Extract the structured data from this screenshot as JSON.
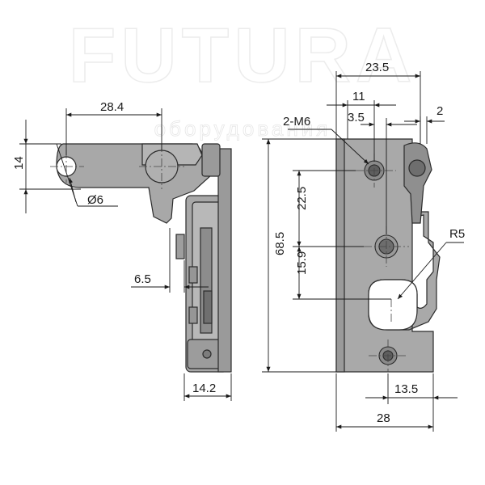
{
  "watermark": {
    "brand": "FUTURA",
    "tagline": "оборудования"
  },
  "colors": {
    "metal_fill": "#a8a8a8",
    "metal_dark": "#7d7d7d",
    "outline": "#2b2b2b",
    "dim_line": "#1a1a1a",
    "watermark": "#e8e8e8"
  },
  "left_view": {
    "dim_width_top": "28.4",
    "dim_height_left": "14",
    "dim_hole_diameter": "Ø6",
    "dim_offset": "6.5",
    "dim_width_bottom": "14.2"
  },
  "right_view": {
    "dim_width_top": "23.5",
    "dim_11": "11",
    "dim_3_5": "3.5",
    "dim_2": "2",
    "label_holes": "2-M6",
    "dim_height_total": "68.5",
    "dim_22_5": "22.5",
    "dim_15_9": "15.9",
    "label_radius": "R5",
    "dim_13_5": "13.5",
    "dim_width_bottom": "28"
  }
}
